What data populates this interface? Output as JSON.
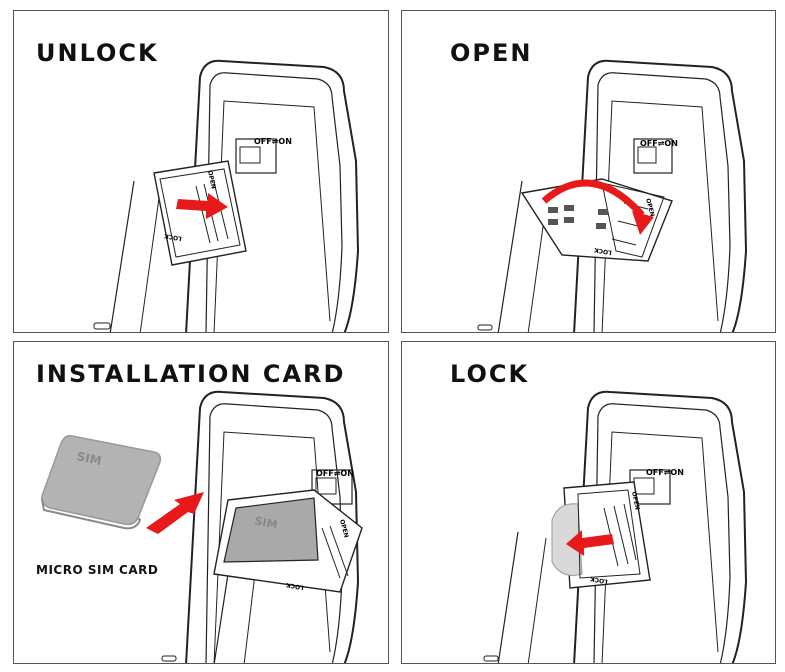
{
  "steps": [
    {
      "title": "UNLOCK"
    },
    {
      "title": "OPEN"
    },
    {
      "title": "INSTALLATION CARD"
    },
    {
      "title": "LOCK"
    }
  ],
  "switch_label": "OFF⇌ON",
  "tray_labels": {
    "open": "OPEN",
    "lock": "LOCK"
  },
  "sim_label": "SIM",
  "micro_sim_caption": "MICRO SIM CARD",
  "colors": {
    "arrow": "#e8191a",
    "line": "#222222",
    "sim_gray": "#b3b3b3"
  }
}
